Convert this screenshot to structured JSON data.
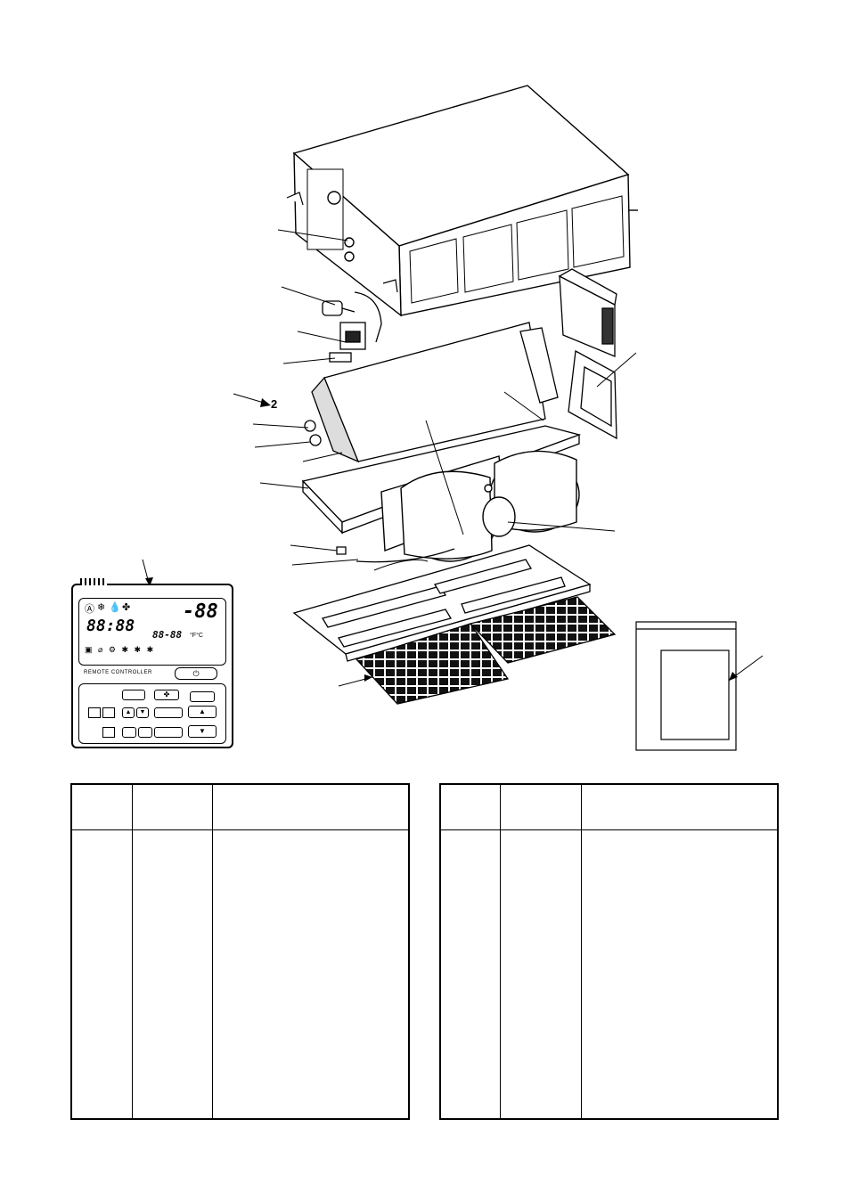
{
  "callouts": {
    "pipe_label": "2"
  },
  "remote_controller": {
    "panel_label": "REMOTE CONTROLLER",
    "time_display": "88:88",
    "range_display": "88-88",
    "temp_display": "-88",
    "unit_display": "°F°C",
    "power_symbol": "⏻"
  },
  "parts_tables": [
    {
      "headers": [
        "",
        "",
        ""
      ]
    },
    {
      "headers": [
        "",
        "",
        ""
      ]
    }
  ],
  "icons": [
    "fan-icon",
    "snowflake-icon",
    "drop-icon",
    "power-icon",
    "up-arrow-icon",
    "down-arrow-icon"
  ]
}
